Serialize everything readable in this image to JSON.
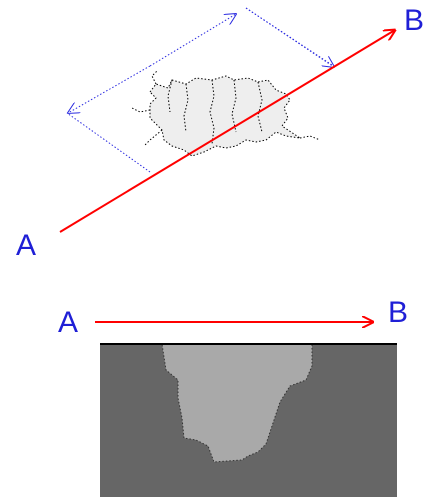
{
  "top_view": {
    "start_label": "A",
    "end_label": "B"
  },
  "cross_section": {
    "start_label": "A",
    "end_label": "B"
  },
  "colors": {
    "section_line": "#ff0000",
    "label": "#1f1fd6",
    "extent_arrow": "#2a2ae0",
    "defect_fill_top": "#eeeeee",
    "substrate": "#666666",
    "defect_fill_section": "#a9a9a9",
    "surface_line": "#000000"
  }
}
